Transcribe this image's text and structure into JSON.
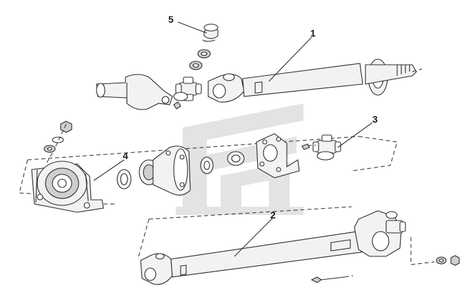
{
  "diagram": {
    "callouts": [
      {
        "id": "callout-1",
        "label": "1"
      },
      {
        "id": "callout-2",
        "label": "2"
      },
      {
        "id": "callout-3",
        "label": "3"
      },
      {
        "id": "callout-4",
        "label": "4"
      },
      {
        "id": "callout-5",
        "label": "5"
      }
    ],
    "colors": {
      "line": "#2b2b2b",
      "fill_light": "#f2f2f2",
      "fill_dark": "#cfcfcf",
      "watermark": "#d9d9d9"
    }
  }
}
